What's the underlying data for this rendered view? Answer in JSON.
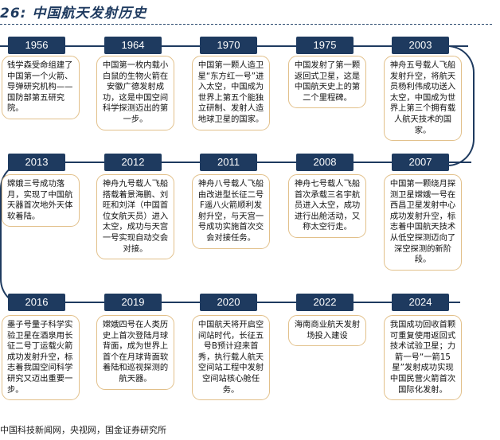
{
  "title": "26: 中国航天发射历史",
  "source": "中国科技新闻网，央视网，国金证券研究所",
  "colors": {
    "navy": "#1e3a5f",
    "card_border": "#e2c08a"
  },
  "rows": [
    [
      {
        "year": "1956",
        "text": "钱学森受命组建了中国第一个火箭、导弹研究机构——国防部第五研究院。"
      },
      {
        "year": "1964",
        "text": "中国第一枚内载小白鼠的生物火箭在安徽广德发射成功，这是中国空间科学探测迈出的第一步。"
      },
      {
        "year": "1970",
        "text": "中国第一颗人造卫星“东方红一号”进入太空，中国成为世界上第五个能独立研制、发射人造地球卫星的国家。"
      },
      {
        "year": "1975",
        "text": "中国发射了第一颗返回式卫星，这是中国航天史上的第二个里程碑。"
      },
      {
        "year": "2003",
        "text": "神舟五号载人飞船发射升空，将航天员杨利伟成功送入太空，中国成为世界上第三个拥有载人航天技术的国家。"
      }
    ],
    [
      {
        "year": "2013",
        "text": "嫦娥三号成功落月，实现了中国航天器首次地外天体软着陆。"
      },
      {
        "year": "2012",
        "text": "神舟九号载人飞船搭载着景海鹏、刘旺和刘洋（中国首位女航天员）进入太空，成功与天宫一号实现自动交会对接。"
      },
      {
        "year": "2011",
        "text": "神舟八号载人飞船由改进型长征二号F遥八火箭顺利发射升空，与天宫一号成功实施首次交会对接任务。"
      },
      {
        "year": "2008",
        "text": "神舟七号载人飞船首次承载三名宇航员进入太空，成功进行出舱活动，又称太空行走。"
      },
      {
        "year": "2007",
        "text": "中国第一颗绕月探测卫星嫦娥一号在西昌卫星发射中心成功发射升空，标志着中国航天技术从低空探测迈向了深空探测的新阶段。"
      }
    ],
    [
      {
        "year": "2016",
        "text": "墨子号量子科学实验卫星在酒泉用长征二号丁运载火箭成功发射升空，标志着我国空间科学研究又迈出重要一步。"
      },
      {
        "year": "2019",
        "text": "嫦娥四号在人类历史上首次登陆月球背面，成为世界上首个在月球背面软着陆和巡视探测的航天器。"
      },
      {
        "year": "2020",
        "text": "中国航天将开启空间站时代，长征五号B预计迎来首秀，执行载人航天空间站工程中发射空间站核心舱任务。"
      },
      {
        "year": "2022",
        "text": "海南商业航天发射场投入建设"
      },
      {
        "year": "2024",
        "text": "我国成功回收首颗可重复使用返回式技术试验卫星；力箭一号“一箭15星”发射成功实现中国民营火箭首次国际化发射。"
      }
    ]
  ]
}
